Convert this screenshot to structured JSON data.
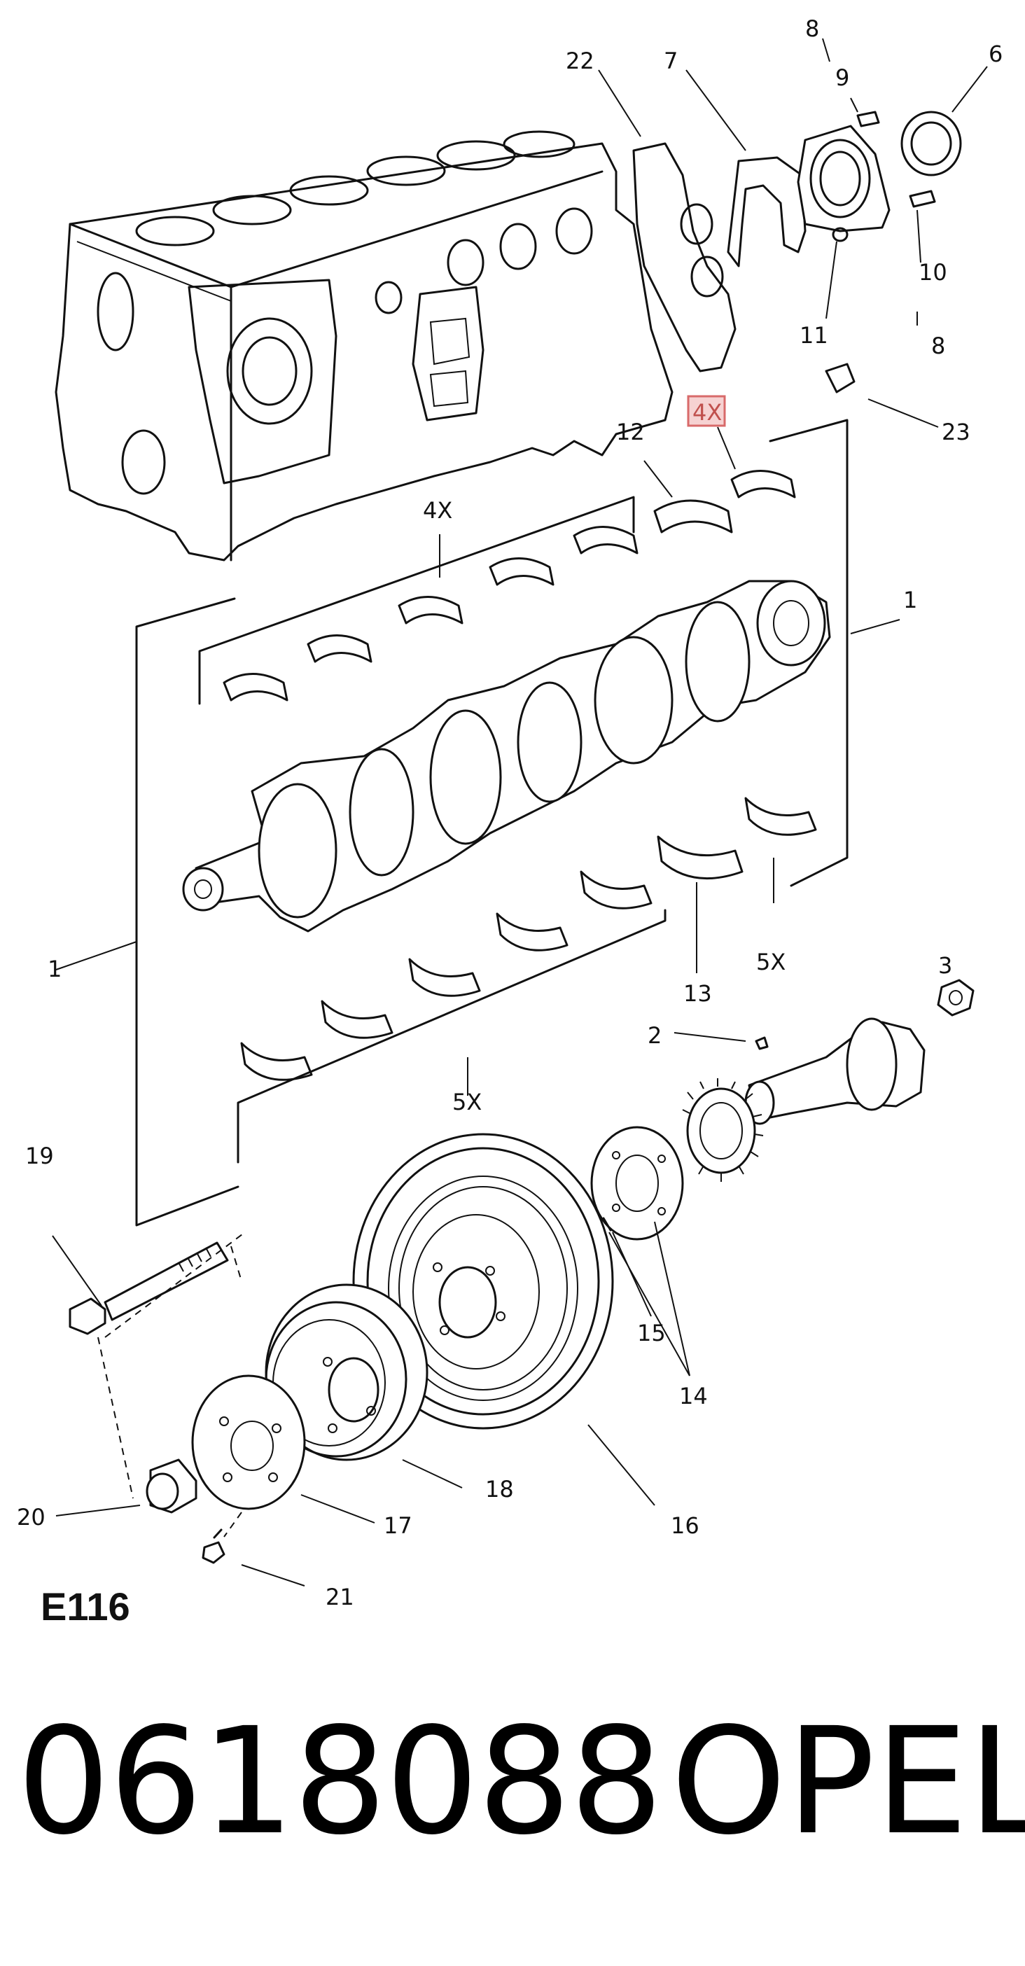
{
  "diagram": {
    "code": "E116",
    "part_number": "0618088",
    "brand": "OPEL",
    "highlight_label": "4X",
    "callouts": {
      "c1_right": "1",
      "c1_left": "1",
      "c2": "2",
      "c3": "3",
      "c4x_top": "4X",
      "c5x_right": "5X",
      "c5x_bottom": "5X",
      "c6": "6",
      "c7": "7",
      "c8_top": "8",
      "c8_bottom": "8",
      "c9": "9",
      "c10": "10",
      "c11": "11",
      "c12": "12",
      "c13": "13",
      "c14": "14",
      "c15": "15",
      "c16": "16",
      "c17": "17",
      "c18": "18",
      "c19": "19",
      "c20": "20",
      "c21": "21",
      "c22": "22",
      "c23": "23"
    }
  }
}
